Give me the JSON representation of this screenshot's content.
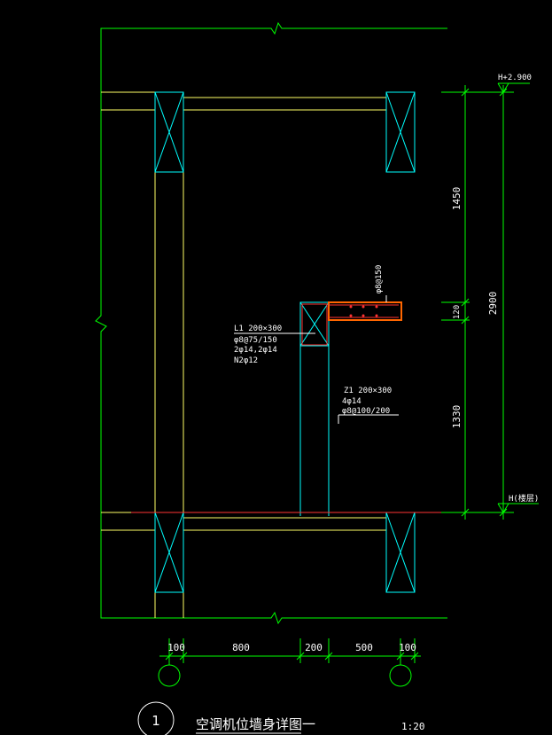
{
  "drawing": {
    "levels": {
      "top": "H+2.900",
      "bottom": "H(楼层)"
    },
    "vertical_dims": {
      "upper": "1450",
      "middle": "120",
      "lower": "1330",
      "total": "2900"
    },
    "horizontal_dims": {
      "d1": "100",
      "d2": "800",
      "d3": "200",
      "d4": "500",
      "d5": "100"
    },
    "beam_note": {
      "line1": "L1 200×300",
      "line2": "φ8@75/150",
      "line3": "2φ14,2φ14",
      "line4": "N2φ12"
    },
    "column_note": {
      "line1": "Z1 200×300",
      "line2": "4φ14",
      "line3": "φ8@100/200"
    },
    "slab_note": "φ8@150",
    "title": {
      "number": "1",
      "text": "空调机位墙身详图一",
      "scale": "1:20"
    },
    "colors": {
      "background": "#000000",
      "outline": "#00ff00",
      "wall": "#ffff66",
      "column": "#00ffff",
      "rebar": "#ff3333",
      "slab_fill": "#ff6600",
      "text": "#ffffff"
    }
  }
}
